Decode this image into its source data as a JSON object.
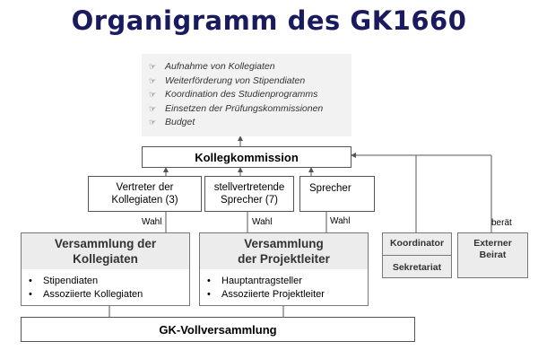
{
  "title": "Organigramm des GK1660",
  "duties": [
    {
      "icon": "pointing-hand-icon",
      "text": "Aufnahme von Kollegiaten"
    },
    {
      "icon": "pointing-hand-icon",
      "text": "Weiterförderung von Stipendiaten"
    },
    {
      "icon": "pointing-hand-icon",
      "text": "Koordination des Studienprogramms"
    },
    {
      "icon": "pointing-hand-icon",
      "text": "Einsetzen der Prüfungskommissionen"
    },
    {
      "icon": "pointing-hand-icon",
      "text": "Budget"
    }
  ],
  "kommission": "Kollegkommission",
  "representatives": {
    "kollegiaten": [
      "Vertreter der",
      "Kollegiaten (3)"
    ],
    "stellvertretende": [
      "stellvertretende",
      "Sprecher (7)"
    ],
    "sprecher": "Sprecher"
  },
  "edge_labels": {
    "wahl_1": "Wahl",
    "wahl_2": "Wahl",
    "wahl_3": "Wahl",
    "beraet": "berät"
  },
  "assemblies": {
    "kollegiaten": {
      "title": [
        "Versammlung der",
        "Kollegiaten"
      ],
      "members": [
        "Stipendiaten",
        "Assoziierte Kollegiaten"
      ]
    },
    "projektleiter": {
      "title": [
        "Versammlung",
        "der Projektleiter"
      ],
      "members": [
        "Hauptantragsteller",
        "Assoziierte Projektleiter"
      ]
    }
  },
  "support": {
    "koordinator": "Koordinator",
    "sekretariat": "Sekretariat",
    "beirat": [
      "Externer",
      "Beirat"
    ]
  },
  "vollversammlung": "GK-Vollversammlung",
  "colors": {
    "title": "#1a1a5e",
    "line": "#555555",
    "box_fill_gray": "#eeeeee"
  }
}
